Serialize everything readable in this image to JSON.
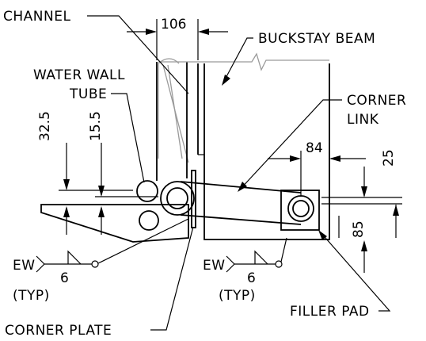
{
  "labels": {
    "channel": "CHANNEL",
    "buckstay_beam": "BUCKSTAY BEAM",
    "water_wall_line1": "WATER WALL",
    "water_wall_line2": "TUBE",
    "corner_link_line1": "CORNER",
    "corner_link_line2": "LINK",
    "corner_plate": "CORNER PLATE",
    "filler_pad": "FILLER PAD",
    "weld_left_ew": "EW",
    "weld_left_size": "6",
    "weld_left_typ": "(TYP)",
    "weld_right_ew": "EW",
    "weld_right_size": "6",
    "weld_right_typ": "(TYP)"
  },
  "dimensions": {
    "top_gap": "106",
    "link_offset": "84",
    "upper_right": "25",
    "lower_right": "85",
    "left_outer": "32.5",
    "left_inner": "15.5"
  }
}
